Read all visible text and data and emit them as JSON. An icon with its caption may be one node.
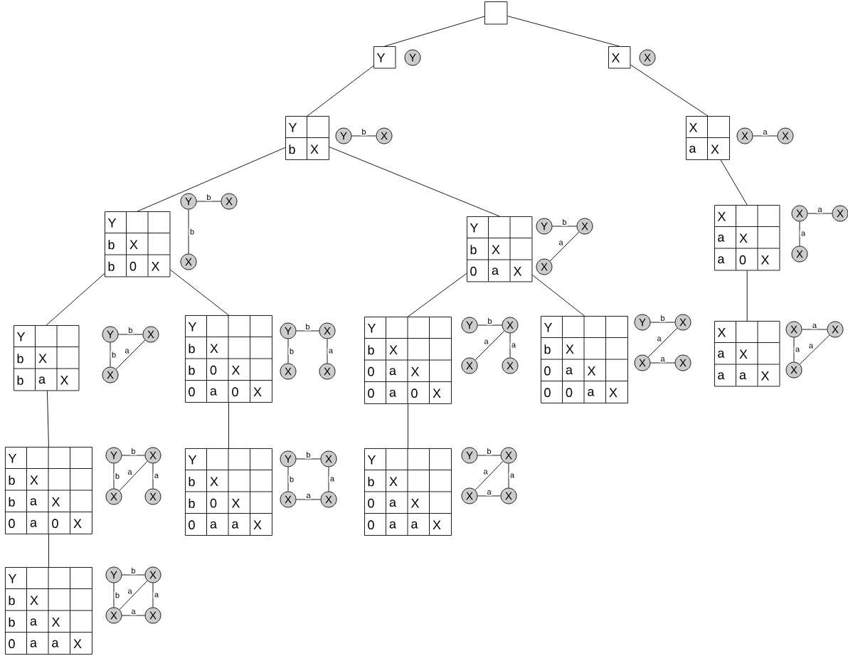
{
  "diagram": {
    "nodes": [
      {
        "text": [],
        "shape": "box"
      },
      {
        "text": [
          "Y"
        ]
      },
      {
        "text": [
          "Y"
        ]
      },
      {
        "text": [
          "X"
        ]
      },
      {
        "text": [
          "X"
        ]
      },
      {
        "text": [
          "Y",
          "b",
          "X"
        ]
      },
      {
        "text": [
          "Y"
        ]
      },
      {
        "text": [
          "X"
        ]
      },
      {
        "text": [
          "X",
          "a",
          "X"
        ]
      },
      {
        "text": [
          "X"
        ]
      },
      {
        "text": [
          "X"
        ]
      },
      {
        "text": [
          "Y",
          "b",
          "X",
          "b",
          "0",
          "X"
        ]
      },
      {
        "text": [
          "Y"
        ]
      },
      {
        "text": [
          "X"
        ]
      },
      {
        "text": [
          "X"
        ]
      },
      {
        "text": [
          "Y",
          "b",
          "X",
          "0",
          "a",
          "X"
        ]
      },
      {
        "text": [
          "Y"
        ]
      },
      {
        "text": [
          "X"
        ]
      },
      {
        "text": [
          "X"
        ]
      },
      {
        "text": [
          "X",
          "a",
          "X",
          "a",
          "0",
          "X"
        ]
      },
      {
        "text": [
          "X"
        ]
      },
      {
        "text": [
          "X"
        ]
      },
      {
        "text": [
          "X"
        ]
      },
      {
        "text": [
          "Y",
          "b",
          "X",
          "b",
          "a",
          "X"
        ]
      },
      {
        "text": [
          "Y"
        ]
      },
      {
        "text": [
          "X"
        ]
      },
      {
        "text": [
          "X"
        ]
      },
      {
        "text": [
          "Y",
          "b",
          "X",
          "b",
          "0",
          "X",
          "0",
          "a",
          "0",
          "X"
        ]
      },
      {
        "text": [
          "Y"
        ]
      },
      {
        "text": [
          "X"
        ]
      },
      {
        "text": [
          "X"
        ]
      },
      {
        "text": [
          "X"
        ]
      },
      {
        "text": [
          "Y",
          "b",
          "X",
          "0",
          "a",
          "X",
          "0",
          "a",
          "0",
          "X"
        ]
      },
      {
        "text": [
          "Y"
        ]
      },
      {
        "text": [
          "X"
        ]
      },
      {
        "text": [
          "X"
        ]
      },
      {
        "text": [
          "X"
        ]
      },
      {
        "text": [
          "Y",
          "b",
          "X",
          "0",
          "a",
          "X",
          "0",
          "0",
          "a",
          "X"
        ]
      },
      {
        "text": [
          "Y"
        ]
      },
      {
        "text": [
          "X"
        ]
      },
      {
        "text": [
          "X"
        ]
      },
      {
        "text": [
          "X"
        ]
      },
      {
        "text": [
          "X",
          "a",
          "X",
          "a",
          "a",
          "X"
        ]
      },
      {
        "text": [
          "X"
        ]
      },
      {
        "text": [
          "X"
        ]
      },
      {
        "text": [
          "X"
        ]
      },
      {
        "text": [
          "Y",
          "b",
          "X",
          "b",
          "a",
          "X",
          "0",
          "a",
          "0",
          "X"
        ]
      },
      {
        "text": [
          "Y"
        ]
      },
      {
        "text": [
          "X"
        ]
      },
      {
        "text": [
          "X"
        ]
      },
      {
        "text": [
          "X"
        ]
      },
      {
        "text": [
          "Y",
          "b",
          "X",
          "b",
          "0",
          "X",
          "0",
          "a",
          "a",
          "X"
        ]
      },
      {
        "text": [
          "Y"
        ]
      },
      {
        "text": [
          "X"
        ]
      },
      {
        "text": [
          "X"
        ]
      },
      {
        "text": [
          "X"
        ]
      },
      {
        "text": [
          "Y",
          "b",
          "X",
          "0",
          "a",
          "X",
          "0",
          "a",
          "a",
          "X"
        ]
      },
      {
        "text": [
          "Y"
        ]
      },
      {
        "text": [
          "X"
        ]
      },
      {
        "text": [
          "X"
        ]
      },
      {
        "text": [
          "X"
        ]
      },
      {
        "text": [
          "Y",
          "b",
          "X",
          "b",
          "a",
          "X",
          "0",
          "a",
          "a",
          "X"
        ]
      },
      {
        "text": [
          "Y"
        ]
      },
      {
        "text": [
          "X"
        ]
      },
      {
        "text": [
          "X"
        ]
      },
      {
        "text": [
          "X"
        ]
      }
    ],
    "edges": [
      {
        "from": 0,
        "to": 1,
        "arrow": "none"
      },
      {
        "from": 0,
        "to": 3,
        "arrow": "none"
      },
      {
        "from": 1,
        "to": 5,
        "arrow": "none"
      },
      {
        "from": 3,
        "to": 8,
        "arrow": "none"
      },
      {
        "from": 5,
        "to": 11,
        "arrow": "none"
      },
      {
        "from": 5,
        "to": 15,
        "arrow": "none"
      },
      {
        "from": 8,
        "to": 19,
        "arrow": "none"
      },
      {
        "from": 11,
        "to": 23,
        "arrow": "none"
      },
      {
        "from": 11,
        "to": 27,
        "arrow": "none"
      },
      {
        "from": 15,
        "to": 32,
        "arrow": "none"
      },
      {
        "from": 15,
        "to": 37,
        "arrow": "none"
      },
      {
        "from": 19,
        "to": 42,
        "arrow": "none"
      },
      {
        "from": 23,
        "to": 46,
        "arrow": "none"
      },
      {
        "from": 27,
        "to": 51,
        "arrow": "none"
      },
      {
        "from": 32,
        "to": 56,
        "arrow": "none"
      },
      {
        "from": 46,
        "to": 61,
        "arrow": "none"
      },
      {
        "from": 6,
        "to": 7,
        "arrow": "none",
        "label": "b"
      },
      {
        "from": 9,
        "to": 10,
        "arrow": "none",
        "label": "a"
      },
      {
        "from": 12,
        "to": 13,
        "arrow": "none",
        "label": "b"
      },
      {
        "from": 12,
        "to": 14,
        "arrow": "none",
        "label": "b"
      },
      {
        "from": 16,
        "to": 17,
        "arrow": "none",
        "label": "b"
      },
      {
        "from": 18,
        "to": 17,
        "arrow": "none",
        "label": "a"
      },
      {
        "from": 20,
        "to": 21,
        "arrow": "none",
        "label": "a"
      },
      {
        "from": 20,
        "to": 22,
        "arrow": "none",
        "label": "a"
      },
      {
        "from": 24,
        "to": 25,
        "arrow": "none",
        "label": "b"
      },
      {
        "from": 24,
        "to": 26,
        "arrow": "none",
        "label": "b"
      },
      {
        "from": 26,
        "to": 25,
        "arrow": "none",
        "label": "a"
      },
      {
        "from": 28,
        "to": 29,
        "arrow": "none",
        "label": "b"
      },
      {
        "from": 28,
        "to": 30,
        "arrow": "none",
        "label": "b"
      },
      {
        "from": 29,
        "to": 31,
        "arrow": "none",
        "label": "a"
      },
      {
        "from": 33,
        "to": 34,
        "arrow": "none",
        "label": "b"
      },
      {
        "from": 35,
        "to": 34,
        "arrow": "none",
        "label": "a"
      },
      {
        "from": 34,
        "to": 36,
        "arrow": "none",
        "label": "a"
      },
      {
        "from": 38,
        "to": 39,
        "arrow": "none",
        "label": "b"
      },
      {
        "from": 40,
        "to": 39,
        "arrow": "none",
        "label": "a"
      },
      {
        "from": 40,
        "to": 41,
        "arrow": "none",
        "label": "a"
      },
      {
        "from": 43,
        "to": 44,
        "arrow": "none",
        "label": "a"
      },
      {
        "from": 43,
        "to": 45,
        "arrow": "none",
        "label": "a"
      },
      {
        "from": 45,
        "to": 44,
        "arrow": "none",
        "label": "a"
      },
      {
        "from": 47,
        "to": 48,
        "arrow": "none",
        "label": "b"
      },
      {
        "from": 47,
        "to": 49,
        "arrow": "none",
        "label": "b"
      },
      {
        "from": 49,
        "to": 48,
        "arrow": "none",
        "label": "a"
      },
      {
        "from": 48,
        "to": 50,
        "arrow": "none",
        "label": "a"
      },
      {
        "from": 52,
        "to": 53,
        "arrow": "none",
        "label": "b"
      },
      {
        "from": 52,
        "to": 54,
        "arrow": "none",
        "label": "b"
      },
      {
        "from": 53,
        "to": 55,
        "arrow": "none",
        "label": "a"
      },
      {
        "from": 54,
        "to": 55,
        "arrow": "none",
        "label": "a"
      },
      {
        "from": 57,
        "to": 58,
        "arrow": "none",
        "label": "b"
      },
      {
        "from": 59,
        "to": 58,
        "arrow": "none",
        "label": "a"
      },
      {
        "from": 58,
        "to": 60,
        "arrow": "none",
        "label": "a"
      },
      {
        "from": 59,
        "to": 60,
        "arrow": "none",
        "label": "a"
      },
      {
        "from": 62,
        "to": 63,
        "arrow": "none",
        "label": "b"
      },
      {
        "from": 62,
        "to": 64,
        "arrow": "none",
        "label": "b"
      },
      {
        "from": 64,
        "to": 63,
        "arrow": "none",
        "label": "a"
      },
      {
        "from": 63,
        "to": 65,
        "arrow": "none",
        "label": "a"
      },
      {
        "from": 64,
        "to": 65,
        "arrow": "none",
        "label": "a"
      }
    ]
  }
}
